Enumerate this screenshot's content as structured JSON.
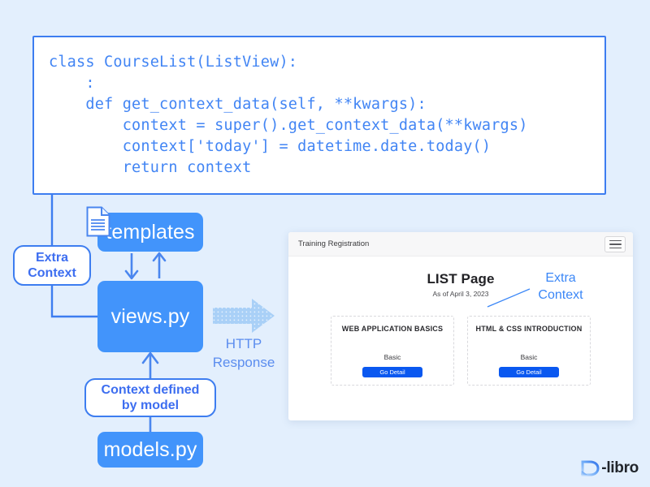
{
  "background_color": "#e3effd",
  "accent_color": "#4294fb",
  "code_block": {
    "name": "django-listview-code",
    "language": "python",
    "text": "class CourseList(ListView):\n    :\n    def get_context_data(self, **kwargs):\n        context = super().get_context_data(**kwargs)\n        context['today'] = datetime.date.today()\n        return context",
    "text_color": "#4285f4",
    "border_color": "#3d7df0"
  },
  "diagram": {
    "nodes": {
      "templates": "templates",
      "views": "views.py",
      "models": "models.py"
    },
    "pills": {
      "extra_context": "Extra\nContext",
      "extra_context_line1": "Extra",
      "extra_context_line2": "Context",
      "context_defined_by_model": "Context defined\nby model",
      "context_model_line1": "Context defined",
      "context_model_line2": "by model"
    },
    "http": {
      "label_line1": "HTTP",
      "label_line2": "Response",
      "arrow_color": "#a9d0f7"
    },
    "icons": {
      "file": "file-icon",
      "arrow_down": "arrow-down-icon",
      "arrow_up": "arrow-up-icon",
      "arrow_up_models": "arrow-up-icon"
    }
  },
  "browser": {
    "title": "Training Registration",
    "menu_icon": "hamburger-menu-icon",
    "page": {
      "heading": "LIST Page",
      "subtitle": "As of April 3, 2023",
      "callout_line1": "Extra",
      "callout_line2": "Context",
      "callout_color": "#3b87f7"
    },
    "cards": [
      {
        "title": "WEB APPLICATION BASICS",
        "level": "Basic",
        "button": "Go Detail"
      },
      {
        "title": "HTML & CSS INTRODUCTION",
        "level": "Basic",
        "button": "Go Detail"
      }
    ]
  },
  "logo": {
    "mark": "D-mark-icon",
    "text": "-libro",
    "full": "D-libro"
  }
}
